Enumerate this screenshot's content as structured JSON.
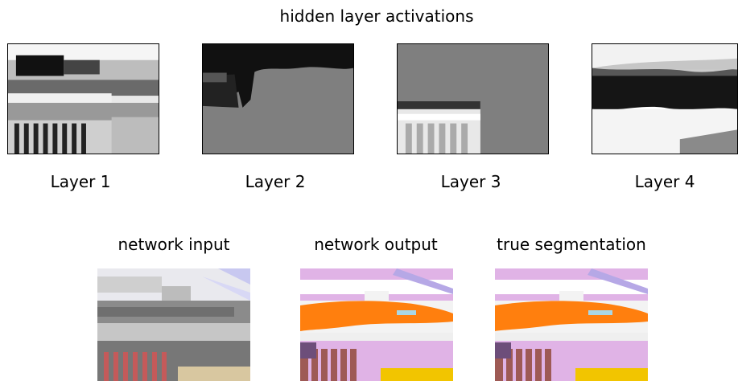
{
  "title": "hidden layer activations",
  "layers": [
    {
      "label": "Layer 1"
    },
    {
      "label": "Layer 2"
    },
    {
      "label": "Layer 3"
    },
    {
      "label": "Layer 4"
    }
  ],
  "bottom": {
    "input_label": "network input",
    "output_label": "network output",
    "truth_label": "true segmentation"
  },
  "colors": {
    "segment_orange": "#ff7f0e",
    "segment_lavender": "#e0b3e6",
    "segment_yellow": "#f2c500",
    "segment_brown": "#9e5a55",
    "activation_gray": "#7f7f7f"
  }
}
